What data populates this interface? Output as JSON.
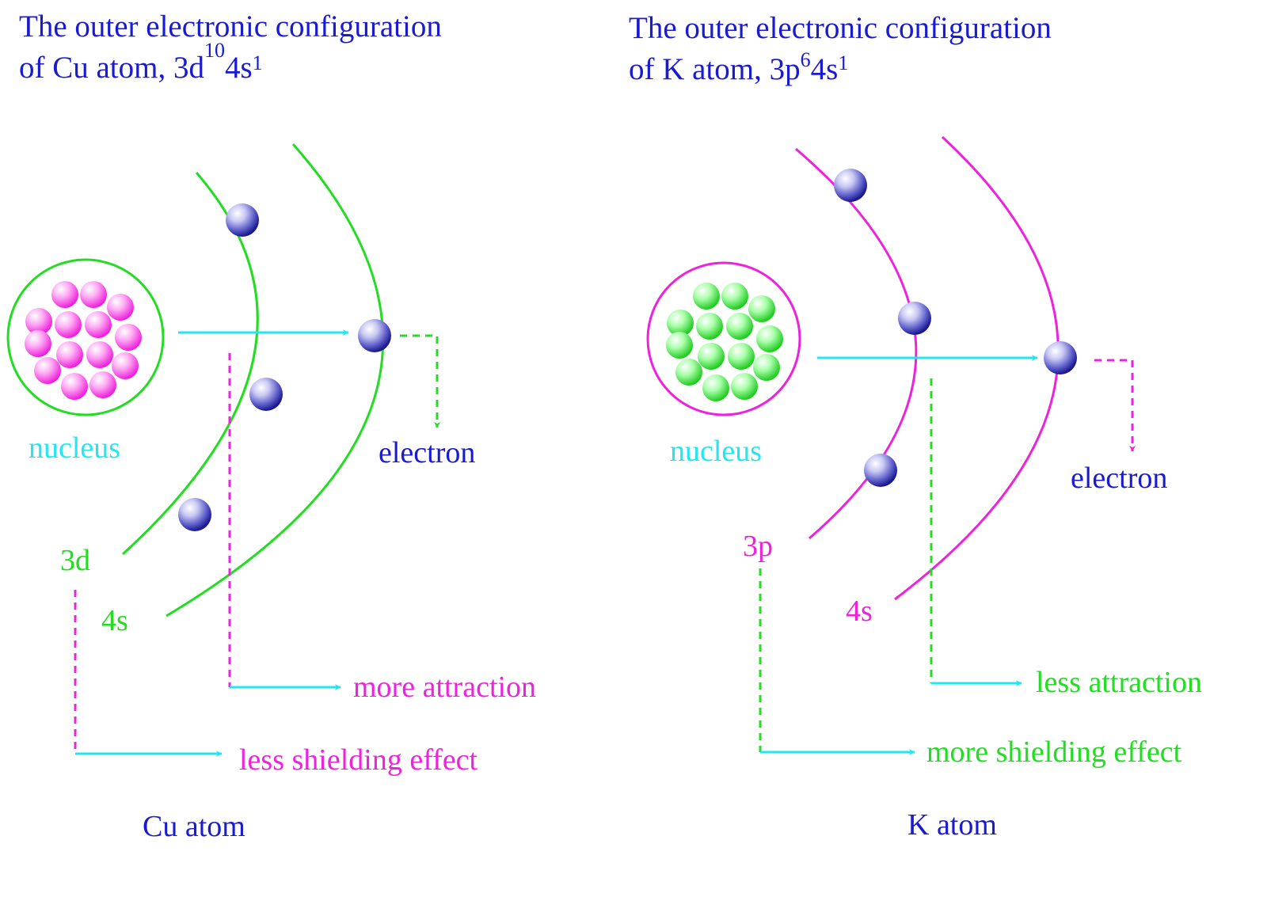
{
  "colors": {
    "blue_text": "#1a1ad0",
    "cyan": "#22e6f2",
    "green": "#22dd22",
    "magenta": "#ee22dd",
    "electron_dark": "#1a1a8c",
    "electron_light": "#e6e6ff"
  },
  "cu_panel": {
    "title_line1": "The outer electronic configuration",
    "title_line2_prefix": "of Cu atom, 3d",
    "title_sup1": "10",
    "title_mid": "4s",
    "title_sup2": "1",
    "nucleus_label": "nucleus",
    "electron_label": "electron",
    "orbital_inner": "3d",
    "orbital_outer": "4s",
    "effect_attraction": "more attraction",
    "effect_shielding": "less shielding effect",
    "caption": "Cu atom"
  },
  "k_panel": {
    "title_line1": "The outer electronic configuration",
    "title_line2_prefix": "of K atom, 3p",
    "title_sup1": "6",
    "title_mid": "4s",
    "title_sup2": "1",
    "nucleus_label": "nucleus",
    "electron_label": "electron",
    "orbital_inner": "3p",
    "orbital_outer": "4s",
    "effect_attraction": "less attraction",
    "effect_shielding": "more shielding effect",
    "caption": "K atom"
  }
}
